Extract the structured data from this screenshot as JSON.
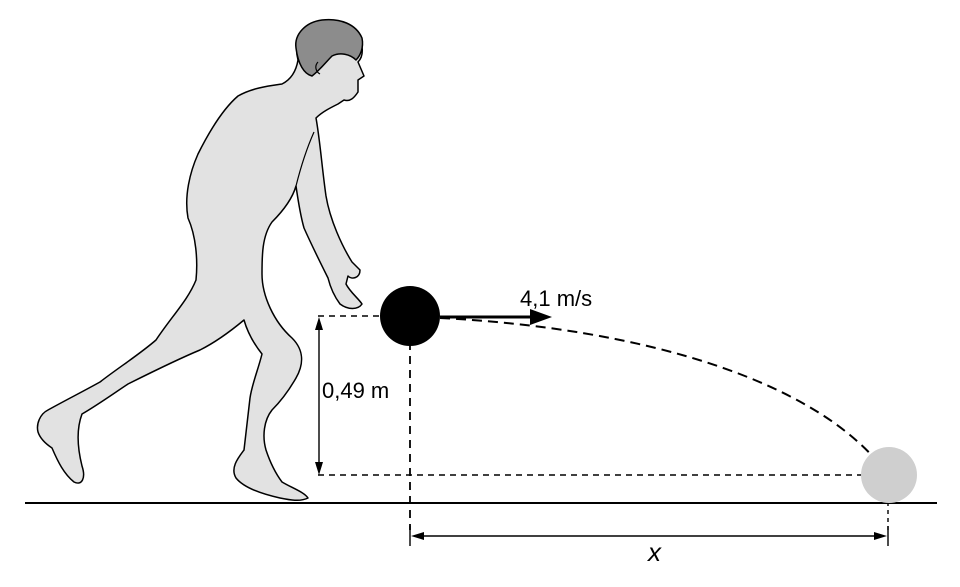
{
  "labels": {
    "velocity": "4,1 m/s",
    "height": "0,49 m",
    "distance": "x"
  },
  "colors": {
    "figure_fill": "#e2e2e2",
    "figure_outline": "#000000",
    "hair": "#8c8c8c",
    "ball": "#000000",
    "landed_ball": "#cfcfcf",
    "lines": "#000000"
  }
}
